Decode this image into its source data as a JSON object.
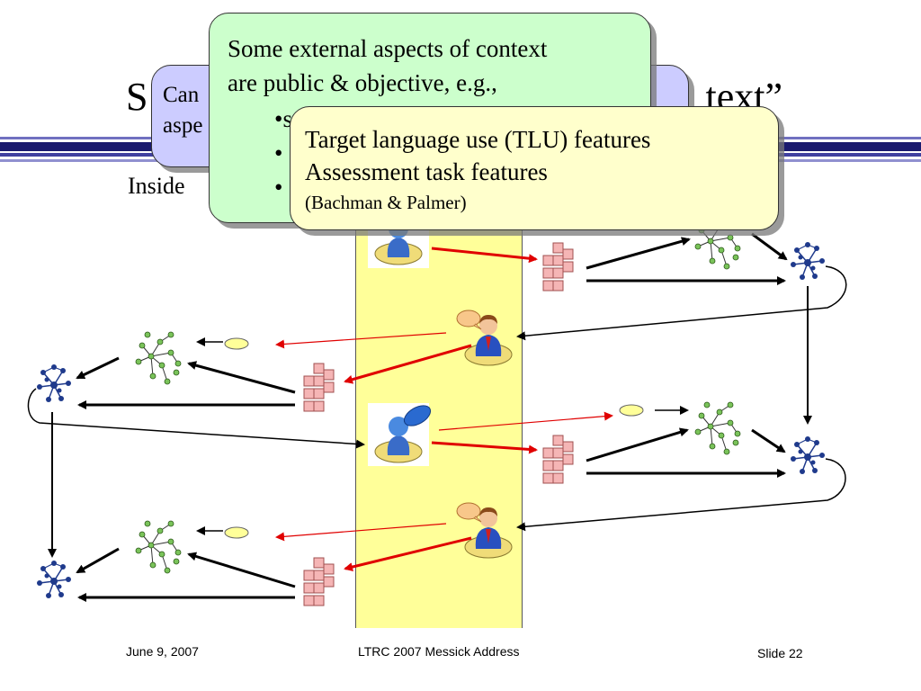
{
  "slide": {
    "title_left": "S",
    "title_right": "text”",
    "subtitle": "Inside",
    "footer": {
      "date": "June 9, 2007",
      "center": "LTRC 2007 Messick Address",
      "slide_number": "Slide 22"
    }
  },
  "callouts": {
    "purple": {
      "line1": "Can",
      "line2": "aspe"
    },
    "green": {
      "line1": "Some external aspects of context",
      "line2": "are public & objective, e.g.,",
      "bullets": [
        "•s",
        "•",
        "•"
      ]
    },
    "yellow": {
      "line1": "Target language use (TLU) features",
      "line2": "Assessment task features",
      "citation": "(Bachman & Palmer)"
    }
  },
  "colors": {
    "header_navy": "#1a1a6e",
    "band_yellow": "#ffff99",
    "callout_purple": "#ccccff",
    "callout_green": "#ccffcc",
    "callout_yellow": "#ffffcc",
    "arrow_red": "#e00000",
    "network_node_blue": "#1f3a8c",
    "network_node_green": "#7ac35a",
    "block_pink": "#f5b5b5",
    "speech_bubble": "#f8c78a",
    "oval_fill": "#ffff99"
  },
  "icons": [
    "person-icon",
    "talking-person-icon",
    "network-icon",
    "node-cluster-icon",
    "block-tree-icon",
    "speech-oval-icon"
  ]
}
